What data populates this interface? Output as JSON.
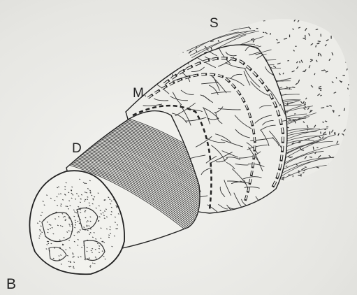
{
  "figure": {
    "panel_label": "B",
    "layer_labels": {
      "serosa": "S",
      "middle": "M",
      "deep": "D"
    }
  }
}
